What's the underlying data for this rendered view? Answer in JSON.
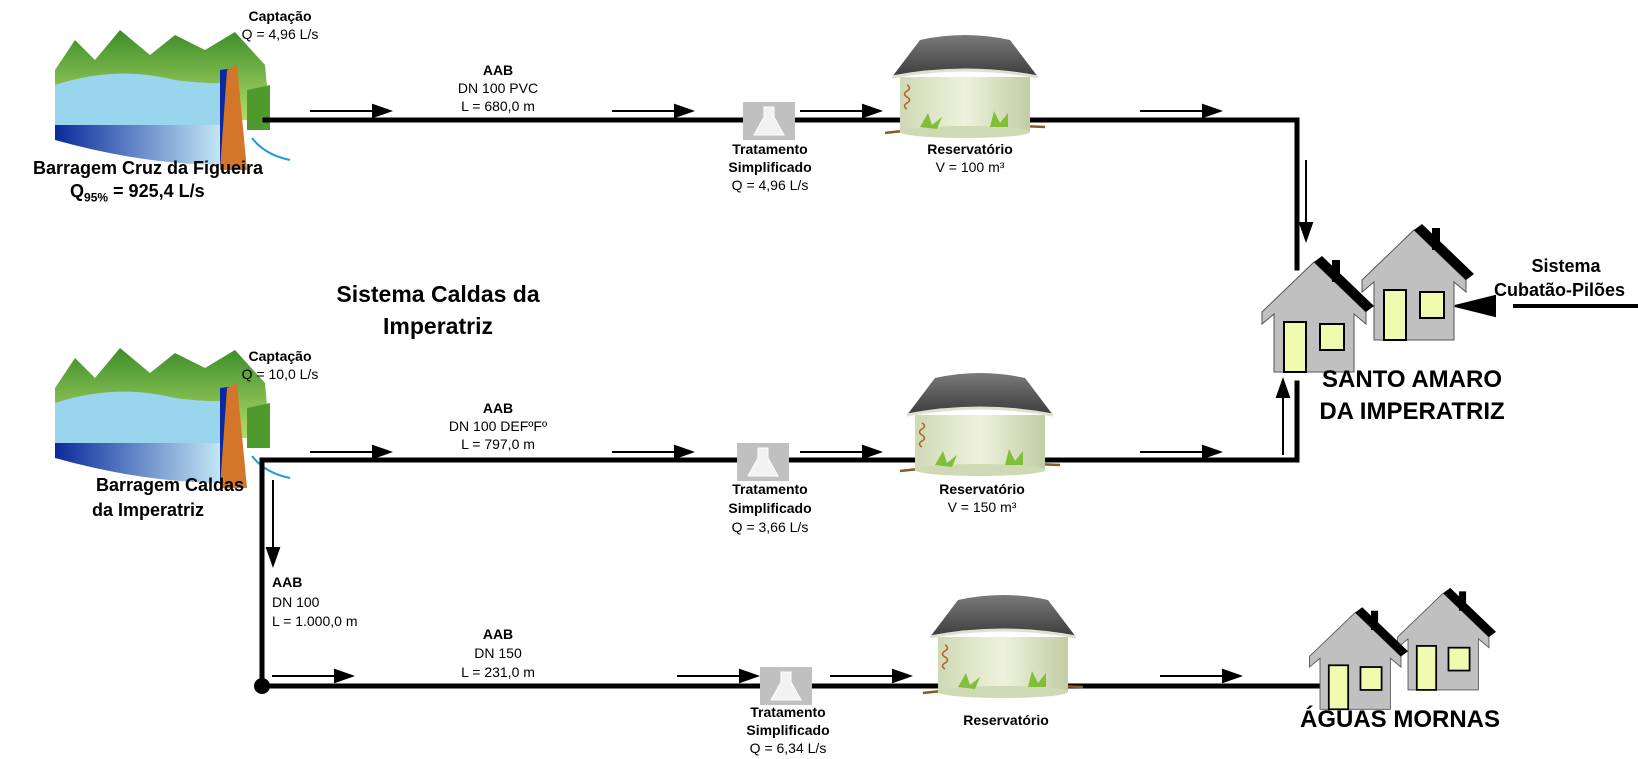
{
  "system_title_line1": "Sistema Caldas da",
  "system_title_line2": "Imperatriz",
  "captacao_top": {
    "label": "Captação",
    "flow": "Q = 4,96 L/s"
  },
  "captacao_mid": {
    "label": "Captação",
    "flow": "Q = 10,0 L/s"
  },
  "dam_top": {
    "name": "Barragem Cruz da Figueira",
    "q_symbol": "Q",
    "q_sub": "95%",
    "q_value": " = 925,4 L/s"
  },
  "dam_mid": {
    "line1": "Barragem Caldas",
    "line2": "da Imperatriz"
  },
  "aab_top": {
    "label": "AAB",
    "dn": "DN 100  PVC",
    "length": "L = 680,0 m"
  },
  "aab_mid": {
    "label": "AAB",
    "dn": "DN 100  DEFºFº",
    "length": "L = 797,0 m"
  },
  "aab_vert": {
    "label": "AAB",
    "dn": "DN 100",
    "length": "L = 1.000,0 m"
  },
  "aab_bot": {
    "label": "AAB",
    "dn": "DN 150",
    "length": "L = 231,0 m"
  },
  "treat_top": {
    "line1": "Tratamento",
    "line2": "Simplificado",
    "flow": "Q = 4,96 L/s"
  },
  "treat_mid": {
    "line1": "Tratamento",
    "line2": "Simplificado",
    "flow": "Q = 3,66 L/s"
  },
  "treat_bot": {
    "line1": "Tratamento",
    "line2": "Simplificado",
    "flow": "Q = 6,34 L/s"
  },
  "res_top": {
    "label": "Reservatório",
    "volume": "V = 100 m³"
  },
  "res_mid": {
    "label": "Reservatório",
    "volume": "V = 150 m³"
  },
  "res_bot": {
    "label": "Reservatório"
  },
  "town_santo_amaro": {
    "line1": "SANTO AMARO",
    "line2": "DA IMPERATRIZ"
  },
  "town_aguas_mornas": {
    "name": "ÁGUAS MORNAS"
  },
  "sistema_externo": {
    "line1": "Sistema",
    "line2": "Cubatão-Pilões"
  },
  "colors": {
    "pipe": "#000000",
    "building": "#c0c0c0",
    "water": "#1f9bd7",
    "dam": "#d4762a",
    "hill": "#4f9a2f"
  }
}
